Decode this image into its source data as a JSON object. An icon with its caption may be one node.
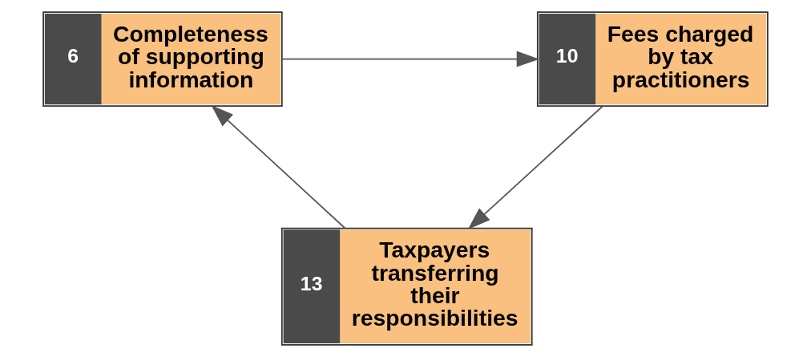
{
  "diagram": {
    "nodes": [
      {
        "text": [
          "6",
          "Completeness of supporting information"
        ]
      },
      {
        "text": [
          "10",
          "Fees charged by tax practitioners"
        ]
      },
      {
        "text": [
          "13",
          "Taxpayers transferring their responsibilities"
        ]
      }
    ],
    "edges": [
      {
        "from": 0,
        "to": 1,
        "arrow": "to"
      },
      {
        "from": 1,
        "to": 2,
        "arrow": "to"
      },
      {
        "from": 2,
        "to": 0,
        "arrow": "to"
      }
    ]
  }
}
